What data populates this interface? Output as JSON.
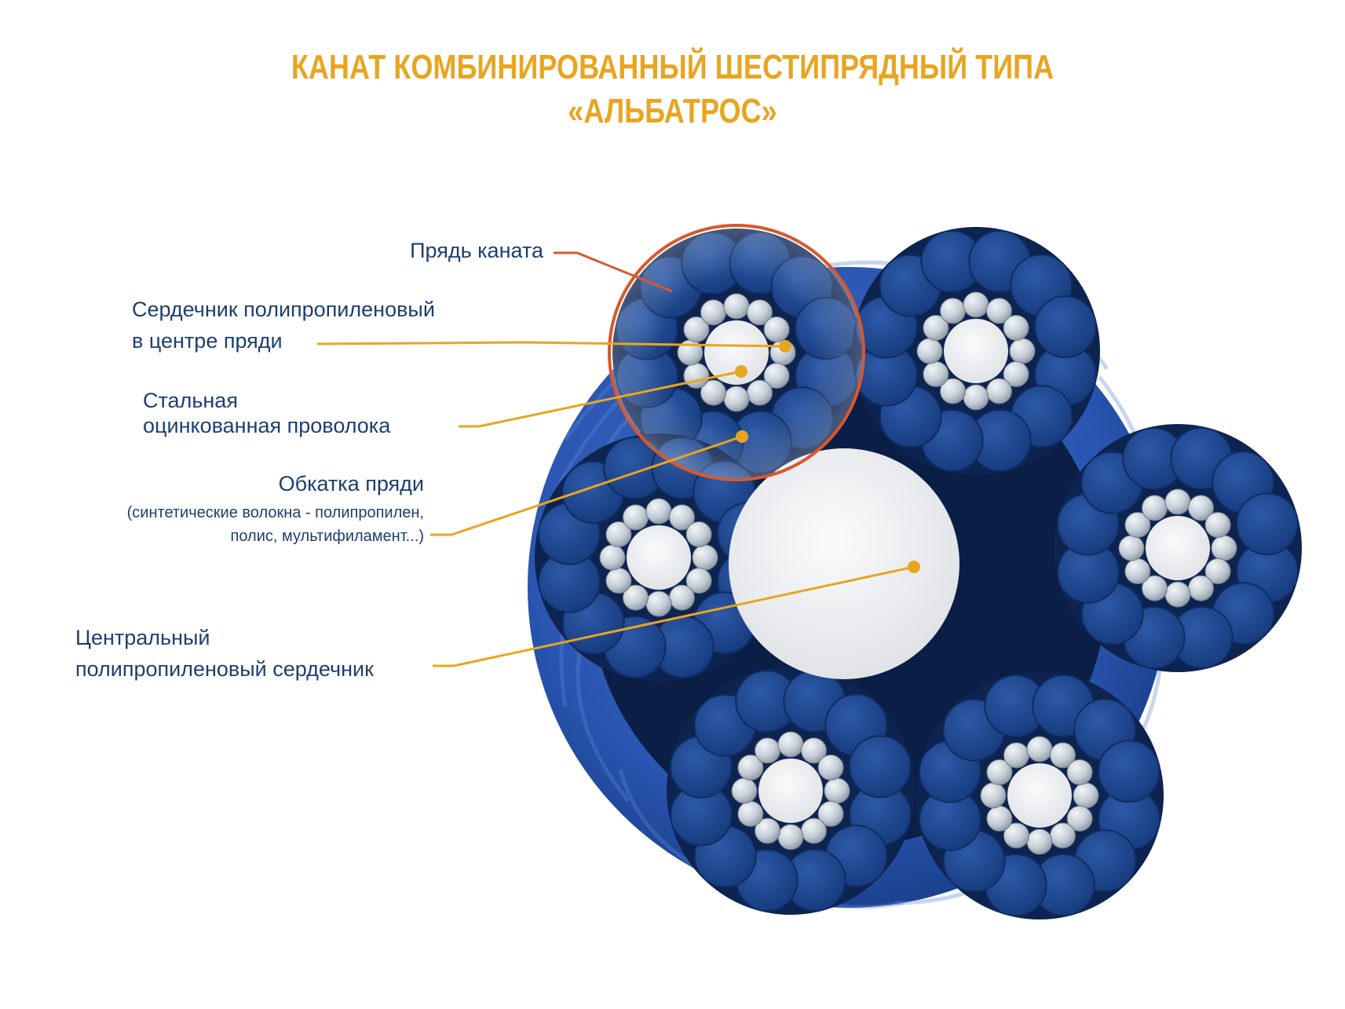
{
  "title": {
    "line1": "КАНАТ КОМБИНИРОВАННЫЙ ШЕСТИПРЯДНЫЙ ТИПА",
    "line2": "«АЛЬБАТРОС»"
  },
  "labels": {
    "strand": "Прядь каната",
    "strand_core_line1": "Сердечник полипропиленовый",
    "strand_core_line2": "в центре пряди",
    "steel_wire_line1": "Стальная",
    "steel_wire_line2": "оцинкованная проволока",
    "wrap_line1": "Обкатка пряди",
    "wrap_line2": "(синтетические волокна - полипропилен,",
    "wrap_line3": "полис, мультифиламент...)",
    "central_core_line1": "Центральный",
    "central_core_line2": "полипропиленовый сердечник"
  },
  "colors": {
    "title": "#e8a521",
    "label_text": "#1d3e70",
    "leader_line": "#e8a521",
    "highlight_ring": "#d9582b",
    "rope_blue": "#2f59b5",
    "fiber_blue": "#1f4a97",
    "steel_wire": "#c9d2da",
    "core_white": "#f1f2f4"
  }
}
